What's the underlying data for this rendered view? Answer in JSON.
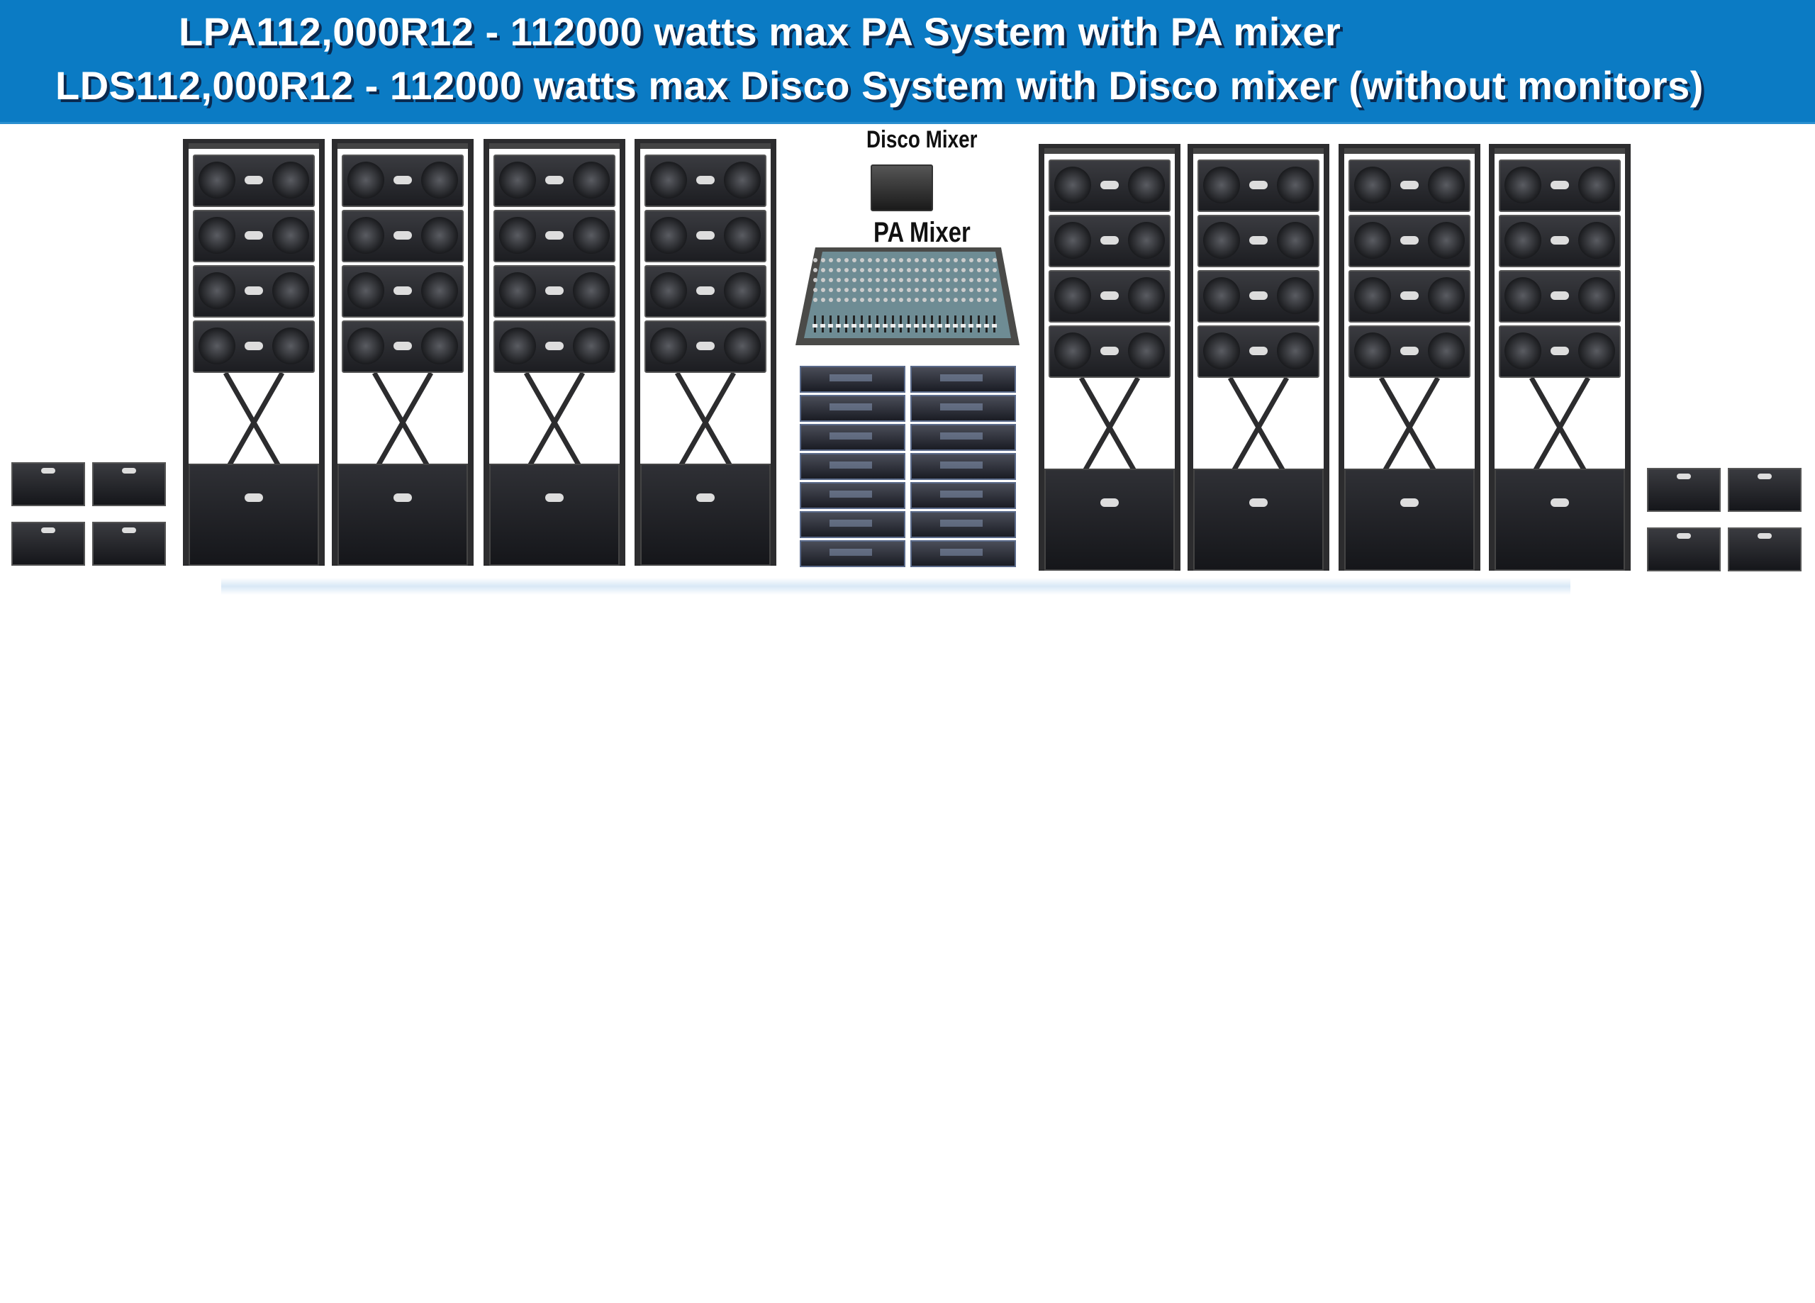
{
  "header": {
    "title_line1": "LPA112,000R12 - 112000 watts max PA System with PA mixer",
    "title_line2": "LDS112,000R12 - 112000 watts max Disco System with Disco mixer (without monitors)",
    "background_color": "#0b7bc4"
  },
  "center": {
    "disco_mixer_label": "Disco Mixer",
    "pa_mixer_label": "PA Mixer"
  },
  "counts": {
    "towers": 8,
    "speakers_per_tower": 4,
    "amplifiers_per_rack": 7,
    "monitors_per_side": 4
  }
}
